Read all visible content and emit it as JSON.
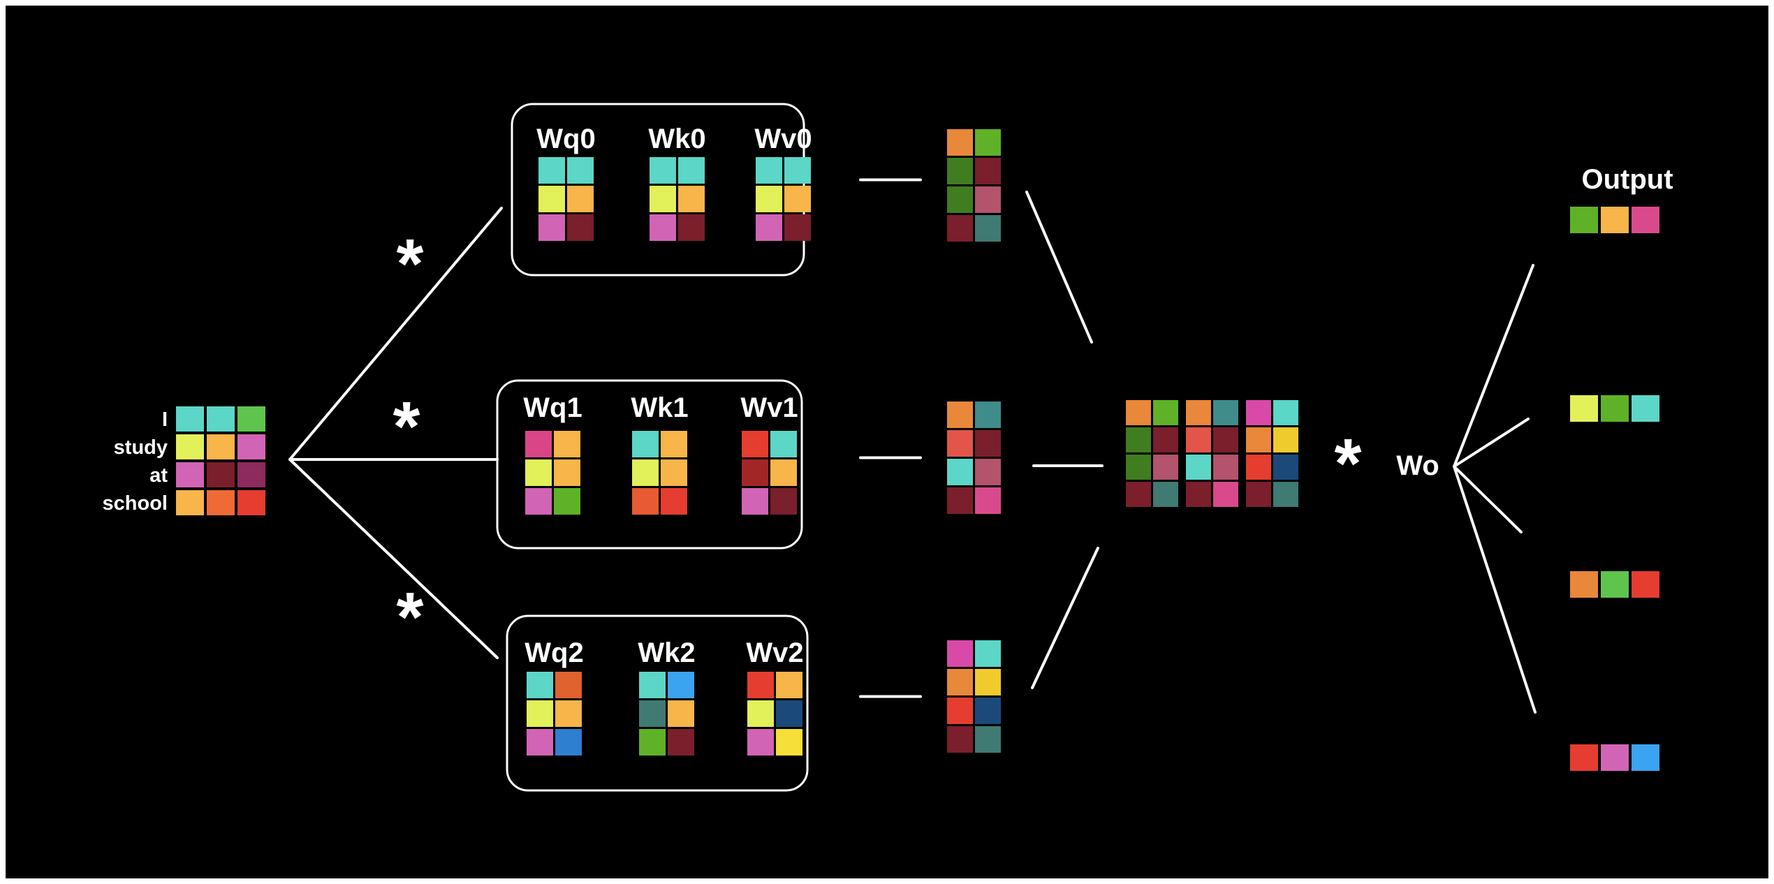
{
  "input": {
    "words": [
      "I",
      "study",
      "at",
      "school"
    ],
    "colors": [
      [
        "#5cd6c7",
        "#5cd6c7",
        "#5fc44d"
      ],
      [
        "#e2f05a",
        "#f7b54a",
        "#d264b5"
      ],
      [
        "#d264b5",
        "#7a1f2b",
        "#8d2a5e"
      ],
      [
        "#f7b54a",
        "#ef6a35",
        "#e53d2f"
      ]
    ]
  },
  "operator_symbol": "*",
  "heads": [
    {
      "matrices": [
        {
          "label": "Wq0",
          "colors": [
            [
              "#5cd6c7",
              "#5cd6c7"
            ],
            [
              "#e2f05a",
              "#f7b54a"
            ],
            [
              "#d264b5",
              "#7a1f2b"
            ]
          ]
        },
        {
          "label": "Wk0",
          "colors": [
            [
              "#5cd6c7",
              "#5cd6c7"
            ],
            [
              "#e2f05a",
              "#f7b54a"
            ],
            [
              "#d264b5",
              "#7a1f2b"
            ]
          ]
        },
        {
          "label": "Wv0",
          "colors": [
            [
              "#5cd6c7",
              "#5cd6c7"
            ],
            [
              "#e2f05a",
              "#f7b54a"
            ],
            [
              "#d264b5",
              "#7a1f2b"
            ]
          ]
        }
      ],
      "z": [
        [
          "#e9873a",
          "#5fb227"
        ],
        [
          "#3f7d1f",
          "#7a1f2b"
        ],
        [
          "#3f7d1f",
          "#b3536c"
        ],
        [
          "#7a1f2b",
          "#3f7a73"
        ]
      ]
    },
    {
      "matrices": [
        {
          "label": "Wq1",
          "colors": [
            [
              "#d94586",
              "#f7b54a"
            ],
            [
              "#e2f05a",
              "#f7b54a"
            ],
            [
              "#d264b5",
              "#5fb227"
            ]
          ]
        },
        {
          "label": "Wk1",
          "colors": [
            [
              "#5cd6c7",
              "#f7b54a"
            ],
            [
              "#e2f05a",
              "#f7b54a"
            ],
            [
              "#e85a33",
              "#e53d2f"
            ]
          ]
        },
        {
          "label": "Wv1",
          "colors": [
            [
              "#e53d2f",
              "#5cd6c7"
            ],
            [
              "#a32626",
              "#f7b54a"
            ],
            [
              "#d264b5",
              "#7a1f2b"
            ]
          ]
        }
      ],
      "z": [
        [
          "#e9873a",
          "#3f8c8a"
        ],
        [
          "#e25548",
          "#7a1f2b"
        ],
        [
          "#5cd6c7",
          "#b3536c"
        ],
        [
          "#7a1f2b",
          "#d94a8c"
        ]
      ]
    },
    {
      "matrices": [
        {
          "label": "Wq2",
          "colors": [
            [
              "#5cd6c7",
              "#e0622e"
            ],
            [
              "#e2f05a",
              "#f7b54a"
            ],
            [
              "#d264b5",
              "#2f7fd0"
            ]
          ]
        },
        {
          "label": "Wk2",
          "colors": [
            [
              "#5cd6c7",
              "#3ba3f0"
            ],
            [
              "#3f7a73",
              "#f7b54a"
            ],
            [
              "#5fb227",
              "#7a1f2b"
            ]
          ]
        },
        {
          "label": "Wv2",
          "colors": [
            [
              "#e53d2f",
              "#f7b54a"
            ],
            [
              "#e2f05a",
              "#1b4a7a"
            ],
            [
              "#d264b5",
              "#f5df38"
            ]
          ]
        }
      ],
      "z": [
        [
          "#d94aa8",
          "#5cd6c7"
        ],
        [
          "#e9873a",
          "#f0cb2e"
        ],
        [
          "#e53d2f",
          "#1b4a7a"
        ],
        [
          "#7a1f2b",
          "#3f7a73"
        ]
      ]
    }
  ],
  "concat_colors": [
    [
      "#e9873a",
      "#5fb227",
      "#e9873a",
      "#3f8c8a",
      "#d94aa8",
      "#5cd6c7"
    ],
    [
      "#3f7d1f",
      "#7a1f2b",
      "#e25548",
      "#7a1f2b",
      "#e9873a",
      "#f0cb2e"
    ],
    [
      "#3f7d1f",
      "#b3536c",
      "#5cd6c7",
      "#b3536c",
      "#e53d2f",
      "#1b4a7a"
    ],
    [
      "#7a1f2b",
      "#3f7a73",
      "#7a1f2b",
      "#d94a8c",
      "#7a1f2b",
      "#3f7a73"
    ]
  ],
  "wo_label": "Wo",
  "output": {
    "title": "Output",
    "rows": [
      [
        "#5fb227",
        "#f7b54a",
        "#d94a8c"
      ],
      [
        "#e2f05a",
        "#5fb227",
        "#5cd6c7"
      ],
      [
        "#e9873a",
        "#5fc44d",
        "#e53d2f"
      ],
      [
        "#e53d2f",
        "#d264b5",
        "#3ba3f0"
      ]
    ]
  }
}
